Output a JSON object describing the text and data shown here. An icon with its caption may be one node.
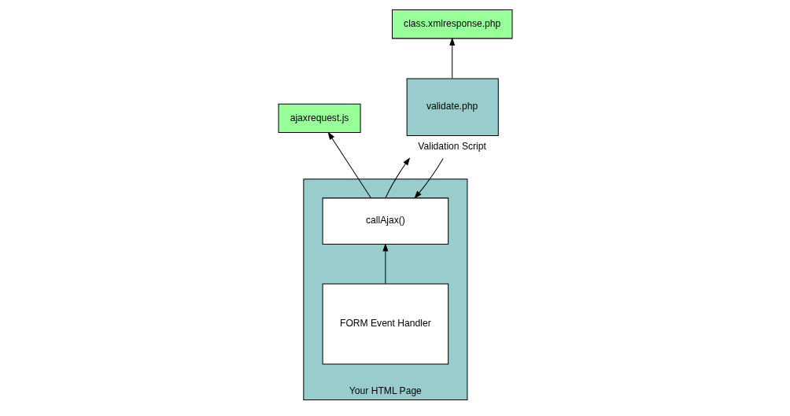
{
  "diagram": {
    "nodes": [
      {
        "text": [
          "ajaxrequest.js"
        ]
      },
      {
        "text": [
          "class.xmlresponse.php"
        ]
      },
      {
        "text": [
          "Your HTML Page"
        ]
      },
      {
        "text": [
          "callAjax()"
        ],
        "in": 2
      },
      {
        "text": [
          "FORM Event Handler"
        ],
        "in": 2
      },
      {
        "text": [
          "validate.php"
        ],
        "beside": [
          "Validation Script"
        ]
      }
    ],
    "edges": [
      {
        "from": 3,
        "to": 0,
        "arrow": "to"
      },
      {
        "from": 5,
        "to": 1,
        "arrow": "to"
      },
      {
        "from": 3,
        "to": 5,
        "arrow": "to"
      },
      {
        "from": 5,
        "to": 3,
        "arrow": "to"
      },
      {
        "from": 4,
        "to": 3,
        "arrow": "to"
      }
    ]
  }
}
